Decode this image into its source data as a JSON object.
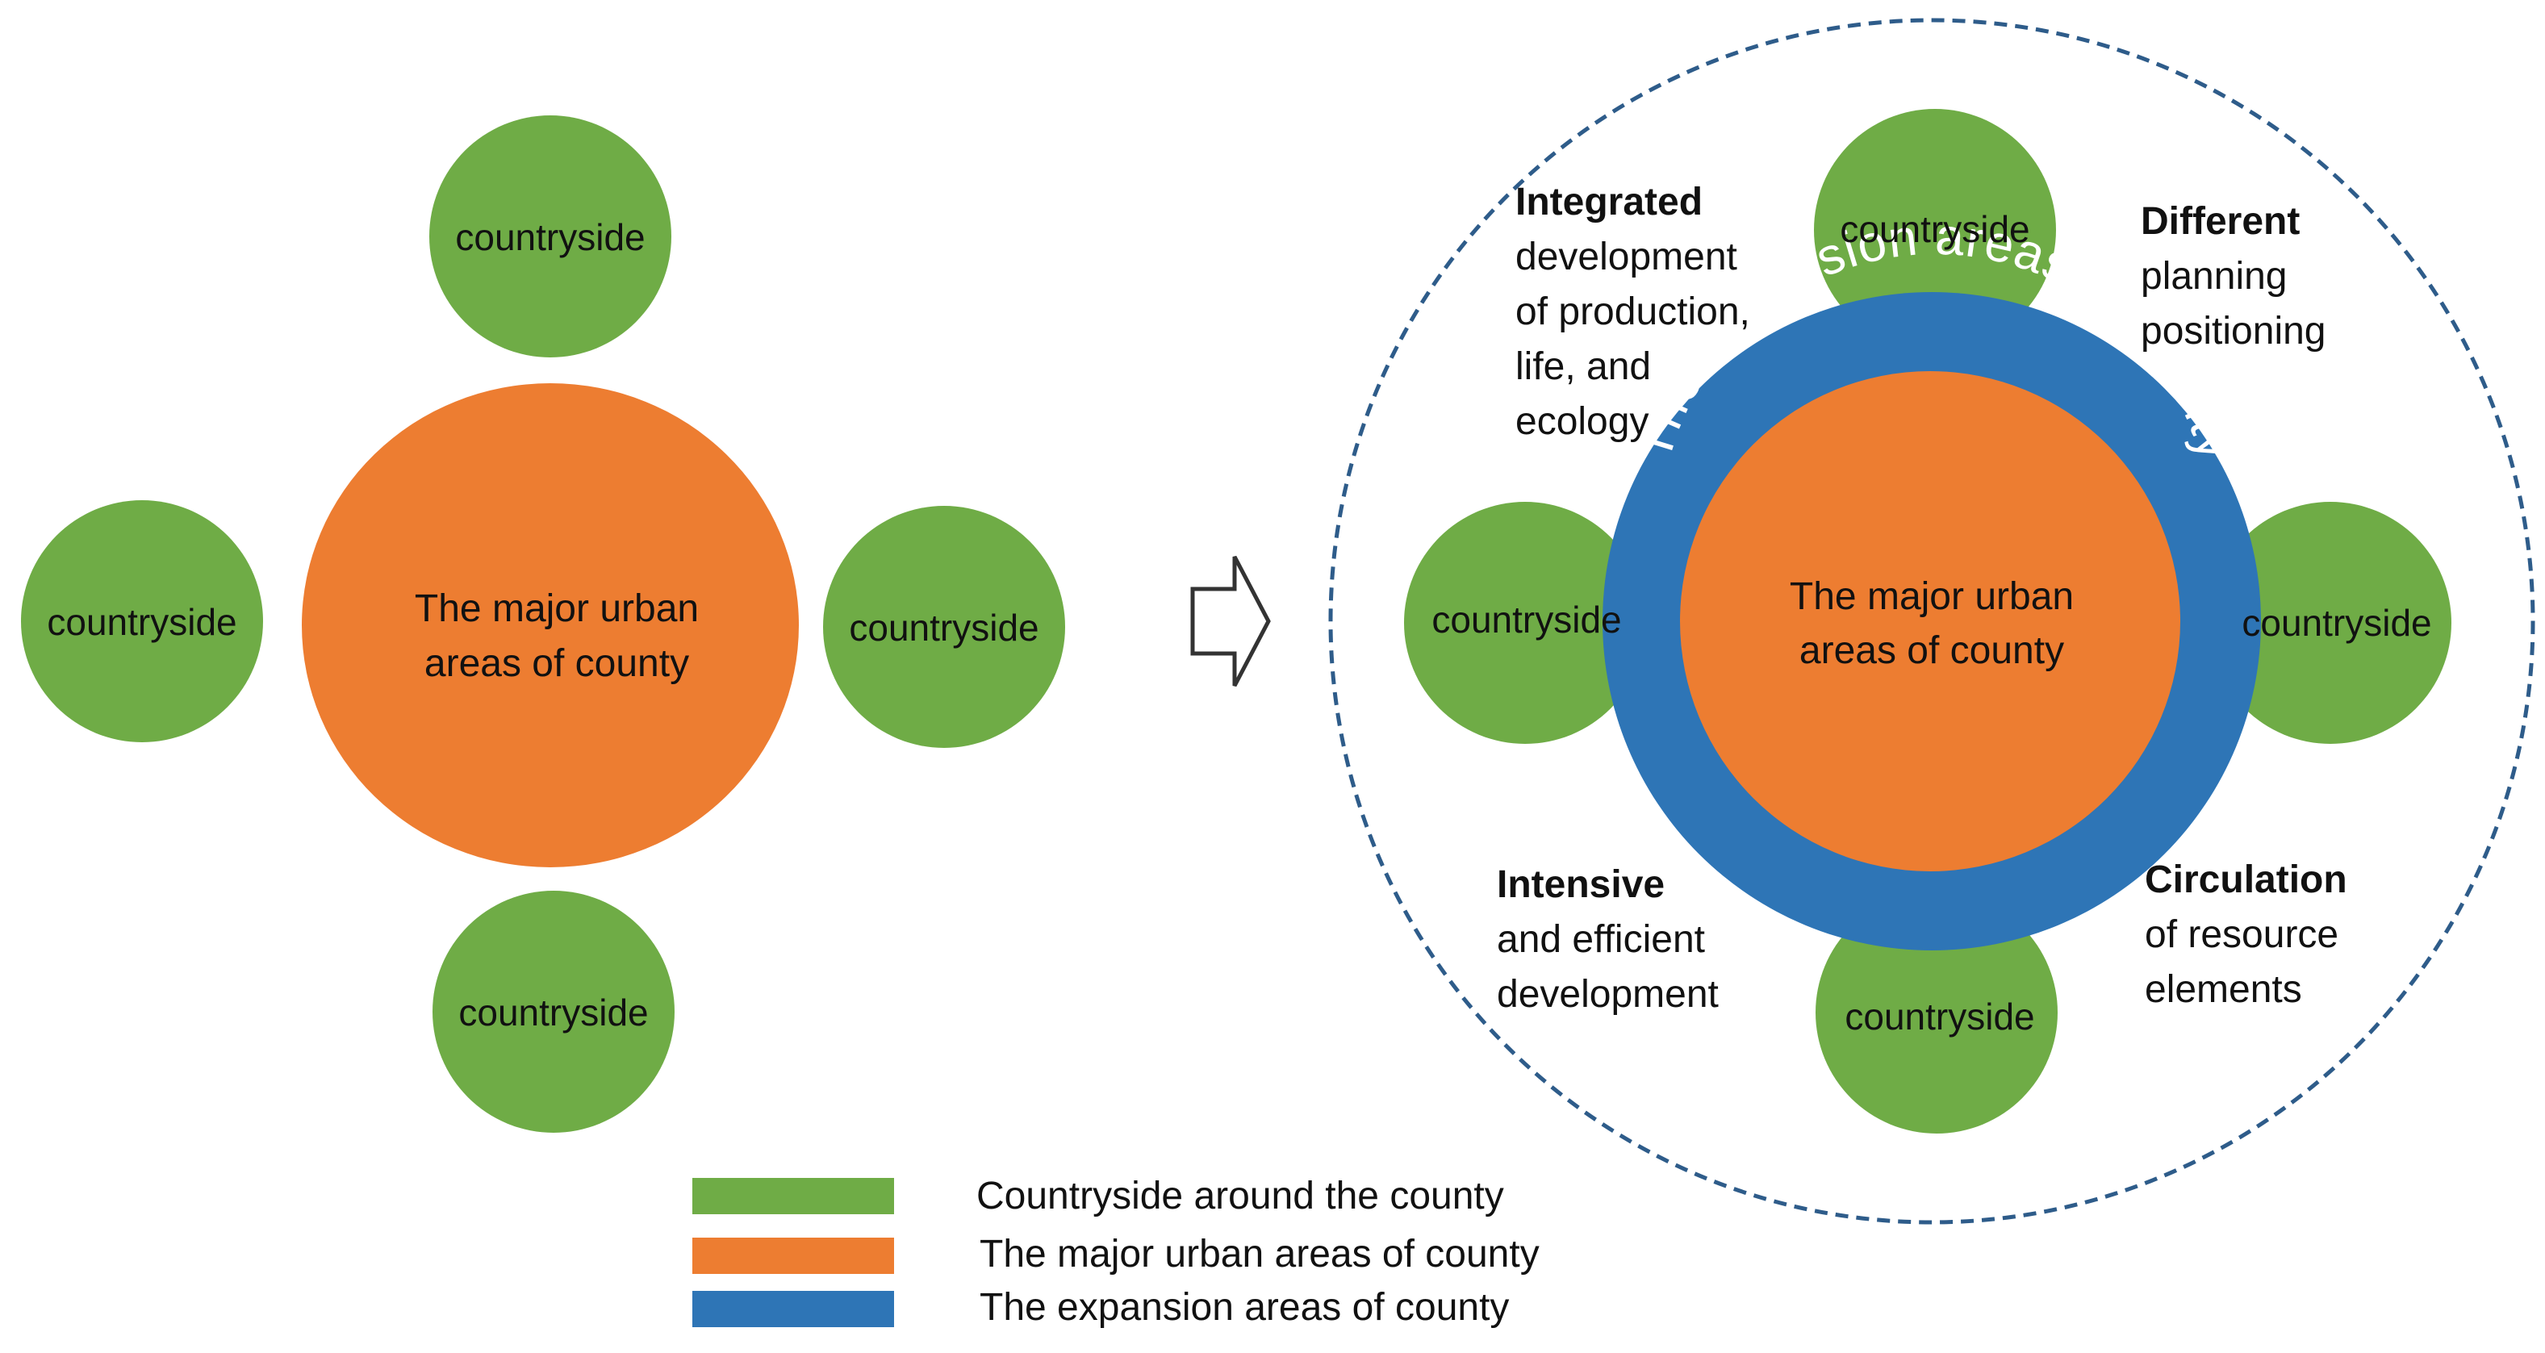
{
  "colors": {
    "countryside": "#6FAC46",
    "urban": "#ED7D31",
    "expansion": "#2E75B6",
    "dashed_circle": "#2E5C8A"
  },
  "left": {
    "countryside_top": "countryside",
    "countryside_left": "countryside",
    "countryside_right": "countryside",
    "countryside_bottom": "countryside",
    "urban_line1": "The major urban",
    "urban_line2": "areas of county"
  },
  "arrow_icon": "hollow-right-arrow",
  "right": {
    "countryside_top": "countryside",
    "countryside_left": "countryside",
    "countryside_right": "countryside",
    "countryside_bottom": "countryside",
    "urban_line1": "The major urban",
    "urban_line2": "areas of county",
    "ring_label": "The expansion areas of county",
    "notes": {
      "integrated": {
        "bold": "Integrated",
        "lines": [
          "development",
          "of production,",
          "life, and",
          "ecology"
        ]
      },
      "different": {
        "bold": "Different",
        "lines": [
          "planning",
          "positioning"
        ]
      },
      "intensive": {
        "bold": "Intensive",
        "lines": [
          "and efficient",
          "development"
        ]
      },
      "circulation": {
        "bold": "Circulation",
        "lines": [
          "of resource",
          "elements"
        ]
      }
    }
  },
  "legend": {
    "items": [
      {
        "label": "Countryside around the county",
        "color": "#6FAC46"
      },
      {
        "label": "The major urban areas of county",
        "color": "#ED7D31"
      },
      {
        "label": "The expansion areas of county",
        "color": "#2E75B6"
      }
    ]
  }
}
